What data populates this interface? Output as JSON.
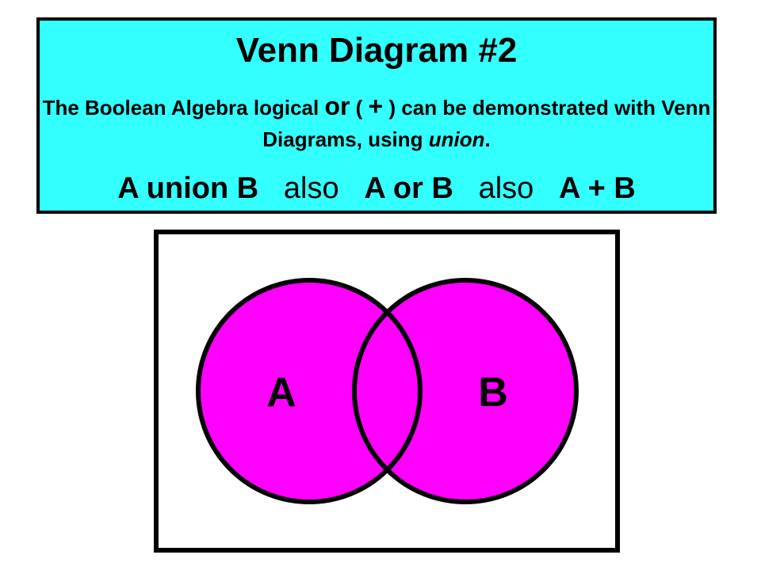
{
  "header": {
    "title": "Venn Diagram #2",
    "description_part1": "The Boolean Algebra logical ",
    "description_or": "or",
    "description_part2": " ( ",
    "description_plus": "+",
    "description_part3": " ) can be demonstrated with Venn Diagrams, using ",
    "description_union": "union",
    "description_end": ".",
    "equation": [
      {
        "text": "A union B",
        "bold": true
      },
      {
        "text": "also",
        "bold": false
      },
      {
        "text": "A or B",
        "bold": true
      },
      {
        "text": "also",
        "bold": false
      },
      {
        "text": "A + B",
        "bold": true
      }
    ]
  },
  "diagram": {
    "set_a_label": "A",
    "set_b_label": "B",
    "fill_color": "#ff00ff",
    "outline_color": "#000000"
  },
  "colors": {
    "header_background": "#33ffff",
    "border": "#000000",
    "background": "#ffffff"
  }
}
